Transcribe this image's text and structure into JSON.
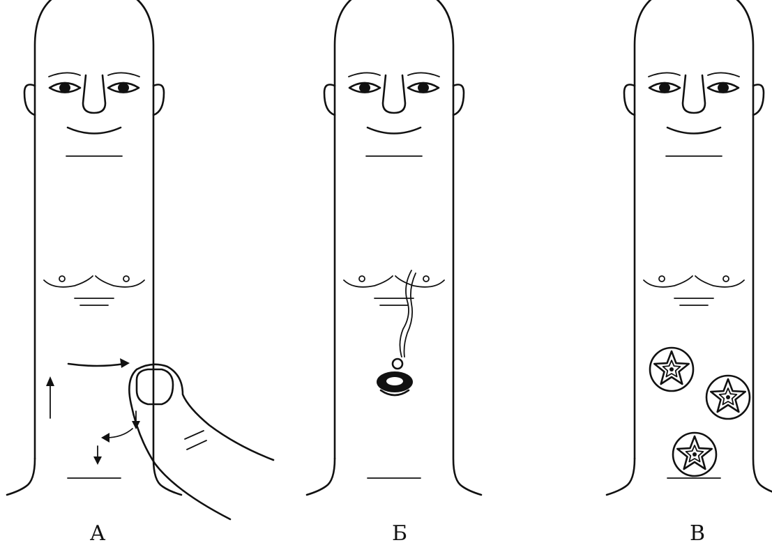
{
  "figure": {
    "panels": [
      {
        "id": "a",
        "label": "А",
        "content": "finger-with-massage-arrows"
      },
      {
        "id": "b",
        "label": "Б",
        "content": "finger-with-hanging-pendant"
      },
      {
        "id": "c",
        "label": "В",
        "content": "finger-with-three-star-stamps"
      }
    ],
    "icons": [
      "arrow-icon",
      "pendant-icon",
      "star-stamp-icon"
    ],
    "ink_color": "#111111",
    "background": "#ffffff"
  }
}
